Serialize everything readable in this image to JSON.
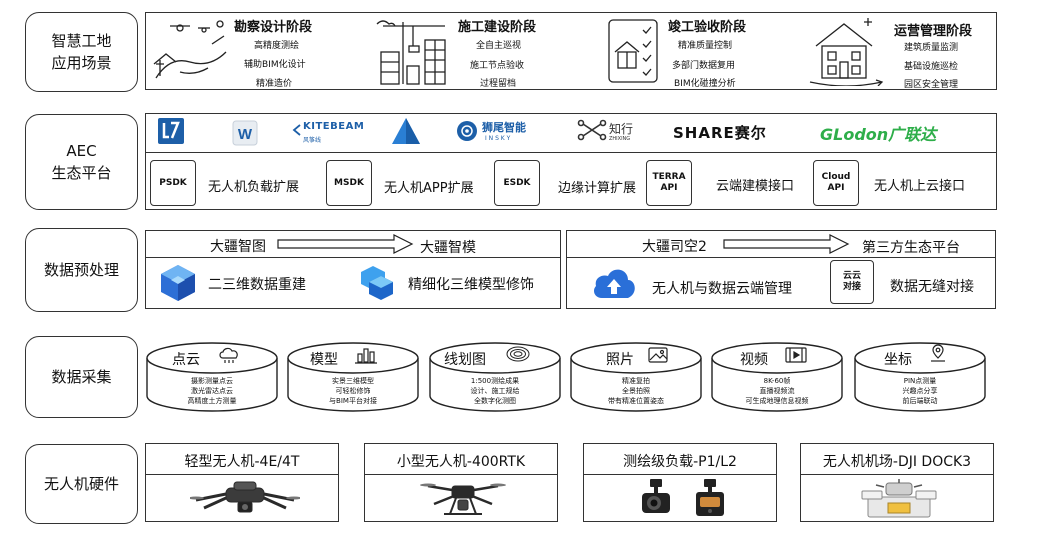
{
  "rows": {
    "application": "智慧工地\n应用场景",
    "ecosystem": "AEC\n生态平台",
    "preprocessing": "数据预处理",
    "collection": "数据采集",
    "hardware": "无人机硬件"
  },
  "stages": [
    {
      "title": "勘察设计阶段",
      "items": [
        "高精度测绘",
        "辅助BIM化设计",
        "精准造价"
      ]
    },
    {
      "title": "施工建设阶段",
      "items": [
        "全自主巡视",
        "施工节点验收",
        "过程留档"
      ]
    },
    {
      "title": "竣工验收阶段",
      "items": [
        "精准质量控制",
        "多部门数据复用",
        "BIM化碰撞分析"
      ]
    },
    {
      "title": "运营管理阶段",
      "items": [
        "建筑质量监测",
        "基础设施巡检",
        "园区安全管理"
      ]
    }
  ],
  "logos": {
    "kitebeam": "KITEBEAM",
    "kitebeam_sub": "风筝线",
    "insky": "狮尾智能",
    "insky_sub": "I N S K Y",
    "zhixing": "知行",
    "zhixing_sub": "ZHIXING",
    "share": "SHARE赛尔",
    "glodon": "GLodon广联达"
  },
  "sdks": [
    {
      "code": "PSDK",
      "label": "无人机负载扩展"
    },
    {
      "code": "MSDK",
      "label": "无人机APP扩展"
    },
    {
      "code": "ESDK",
      "label": "边缘计算扩展"
    },
    {
      "code": "TERRA\nAPI",
      "label": "云端建模接口"
    },
    {
      "code": "Cloud\nAPI",
      "label": "无人机上云接口"
    }
  ],
  "preprocess": {
    "left_from": "大疆智图",
    "left_to": "大疆智模",
    "left_feat1": "二三维数据重建",
    "left_feat2": "精细化三维模型修饰",
    "right_from": "大疆司空2",
    "right_to": "第三方生态平台",
    "right_feat1": "无人机与数据云端管理",
    "right_badge": "云云\n对接",
    "right_feat2": "数据无缝对接"
  },
  "collection": [
    {
      "title": "点云",
      "icon": "cloud-icon",
      "lines": [
        "摄影测量点云",
        "激光雷达点云",
        "高精度土方测量"
      ]
    },
    {
      "title": "模型",
      "icon": "building-chart-icon",
      "lines": [
        "实景三维模型",
        "可轻松修饰",
        "与BIM平台对接"
      ]
    },
    {
      "title": "线划图",
      "icon": "contour-icon",
      "lines": [
        "1:500测绘成果",
        "设计、施工规给",
        "全数字化测图"
      ]
    },
    {
      "title": "照片",
      "icon": "photo-icon",
      "lines": [
        "精准复拍",
        "全景拍照",
        "带有精准位置姿态"
      ]
    },
    {
      "title": "视频",
      "icon": "film-icon",
      "lines": [
        "8K-60帧",
        "直播视频流",
        "可生成地理信息视频"
      ]
    },
    {
      "title": "坐标",
      "icon": "pin-icon",
      "lines": [
        "PIN点测量",
        "兴趣点分享",
        "前后端联动"
      ]
    }
  ],
  "hardware": [
    {
      "title": "轻型无人机-4E/4T"
    },
    {
      "title": "小型无人机-400RTK"
    },
    {
      "title": "测绘级负载-P1/L2"
    },
    {
      "title": "无人机机场-DJI DOCK3"
    }
  ],
  "colors": {
    "border": "#333333",
    "glodon_green": "#2eae4a",
    "dji_blue": "#1f6fe0",
    "logo_blue": "#1d5fa8"
  }
}
